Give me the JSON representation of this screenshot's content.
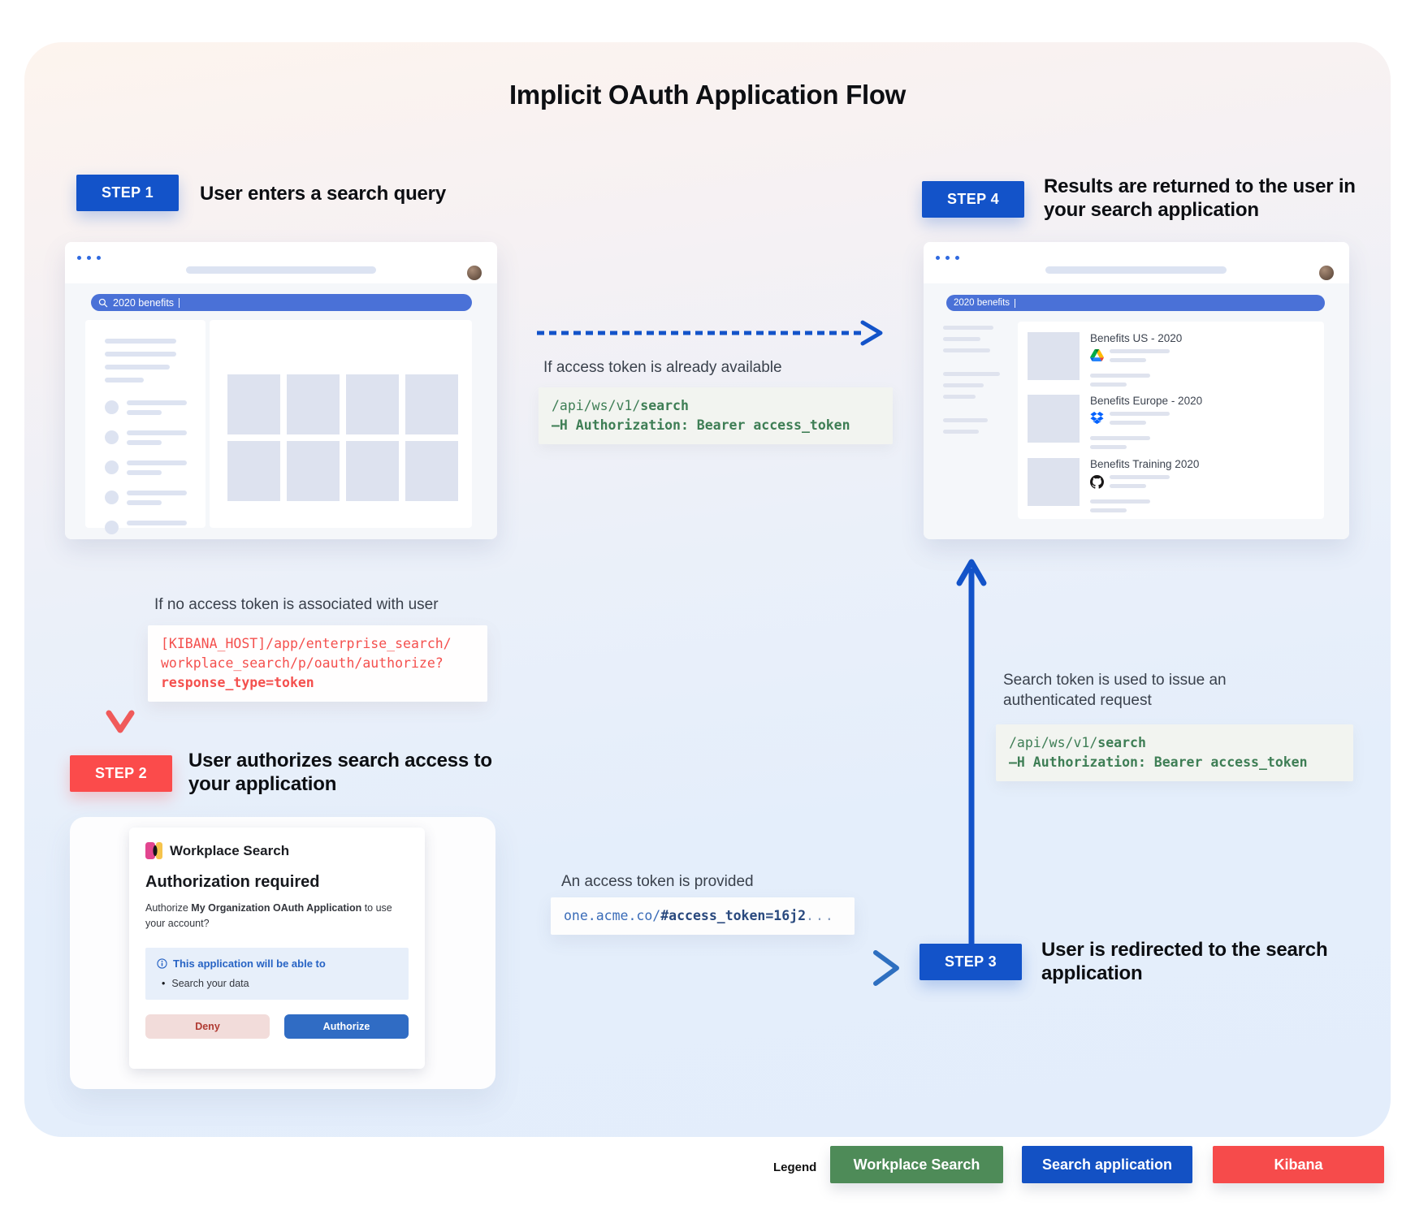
{
  "title": "Implicit OAuth Application Flow",
  "steps": [
    {
      "badge": "STEP 1",
      "heading": "User enters a search query"
    },
    {
      "badge": "STEP 2",
      "heading": "User authorizes search access to your application"
    },
    {
      "badge": "STEP 3",
      "heading": "User is redirected to the search application"
    },
    {
      "badge": "STEP 4",
      "heading": "Results are returned to the user in your search application"
    }
  ],
  "browser1": {
    "search_query": "2020 benefits"
  },
  "browser2": {
    "search_query": "2020 benefits",
    "results": [
      {
        "title": "Benefits US - 2020",
        "source_icon": "google-drive-icon"
      },
      {
        "title": "Benefits Europe - 2020",
        "source_icon": "dropbox-icon"
      },
      {
        "title": "Benefits Training 2020",
        "source_icon": "github-icon"
      }
    ]
  },
  "annotations": {
    "token_available_label": "If access token is already available",
    "no_token_label": "If no access token is associated with user",
    "token_provided_label": "An access token is provided",
    "token_used_label": "Search token is used to issue an authenticated request"
  },
  "code": {
    "api_request": {
      "line1_normal": "/api/ws/v1/",
      "line1_bold": "search",
      "line2": "—H Authorization: Bearer access_token"
    },
    "kibana_authorize": {
      "line1": "[KIBANA_HOST]/app/enterprise_search/",
      "line2": "workplace_search/p/oauth/authorize?",
      "line3_bold": "response_type=token"
    },
    "redirect_url": {
      "normal": "one.acme.co/",
      "bold": "#access_token=16j2",
      "suffix": "..."
    }
  },
  "auth_dialog": {
    "app_name": "Workplace Search",
    "title": "Authorization required",
    "body_normal": "Authorize ",
    "body_bold": "My Organization OAuth Application",
    "body_suffix": " to use your account?",
    "info_heading": "This application will be able to",
    "permission": "Search your data",
    "deny_label": "Deny",
    "authorize_label": "Authorize"
  },
  "legend": {
    "label": "Legend",
    "items": [
      {
        "label": "Workplace Search",
        "color": "#4e8b58"
      },
      {
        "label": "Search application",
        "color": "#1351c4"
      },
      {
        "label": "Kibana",
        "color": "#f64b4b"
      }
    ]
  },
  "colors": {
    "step_blue": "#1353c9",
    "step_red": "#fb4b4b",
    "code_green": "#3e7e55",
    "code_red": "#f4504e",
    "code_blue": "#3a6cb8",
    "search_bar_blue": "#4a71d7"
  }
}
